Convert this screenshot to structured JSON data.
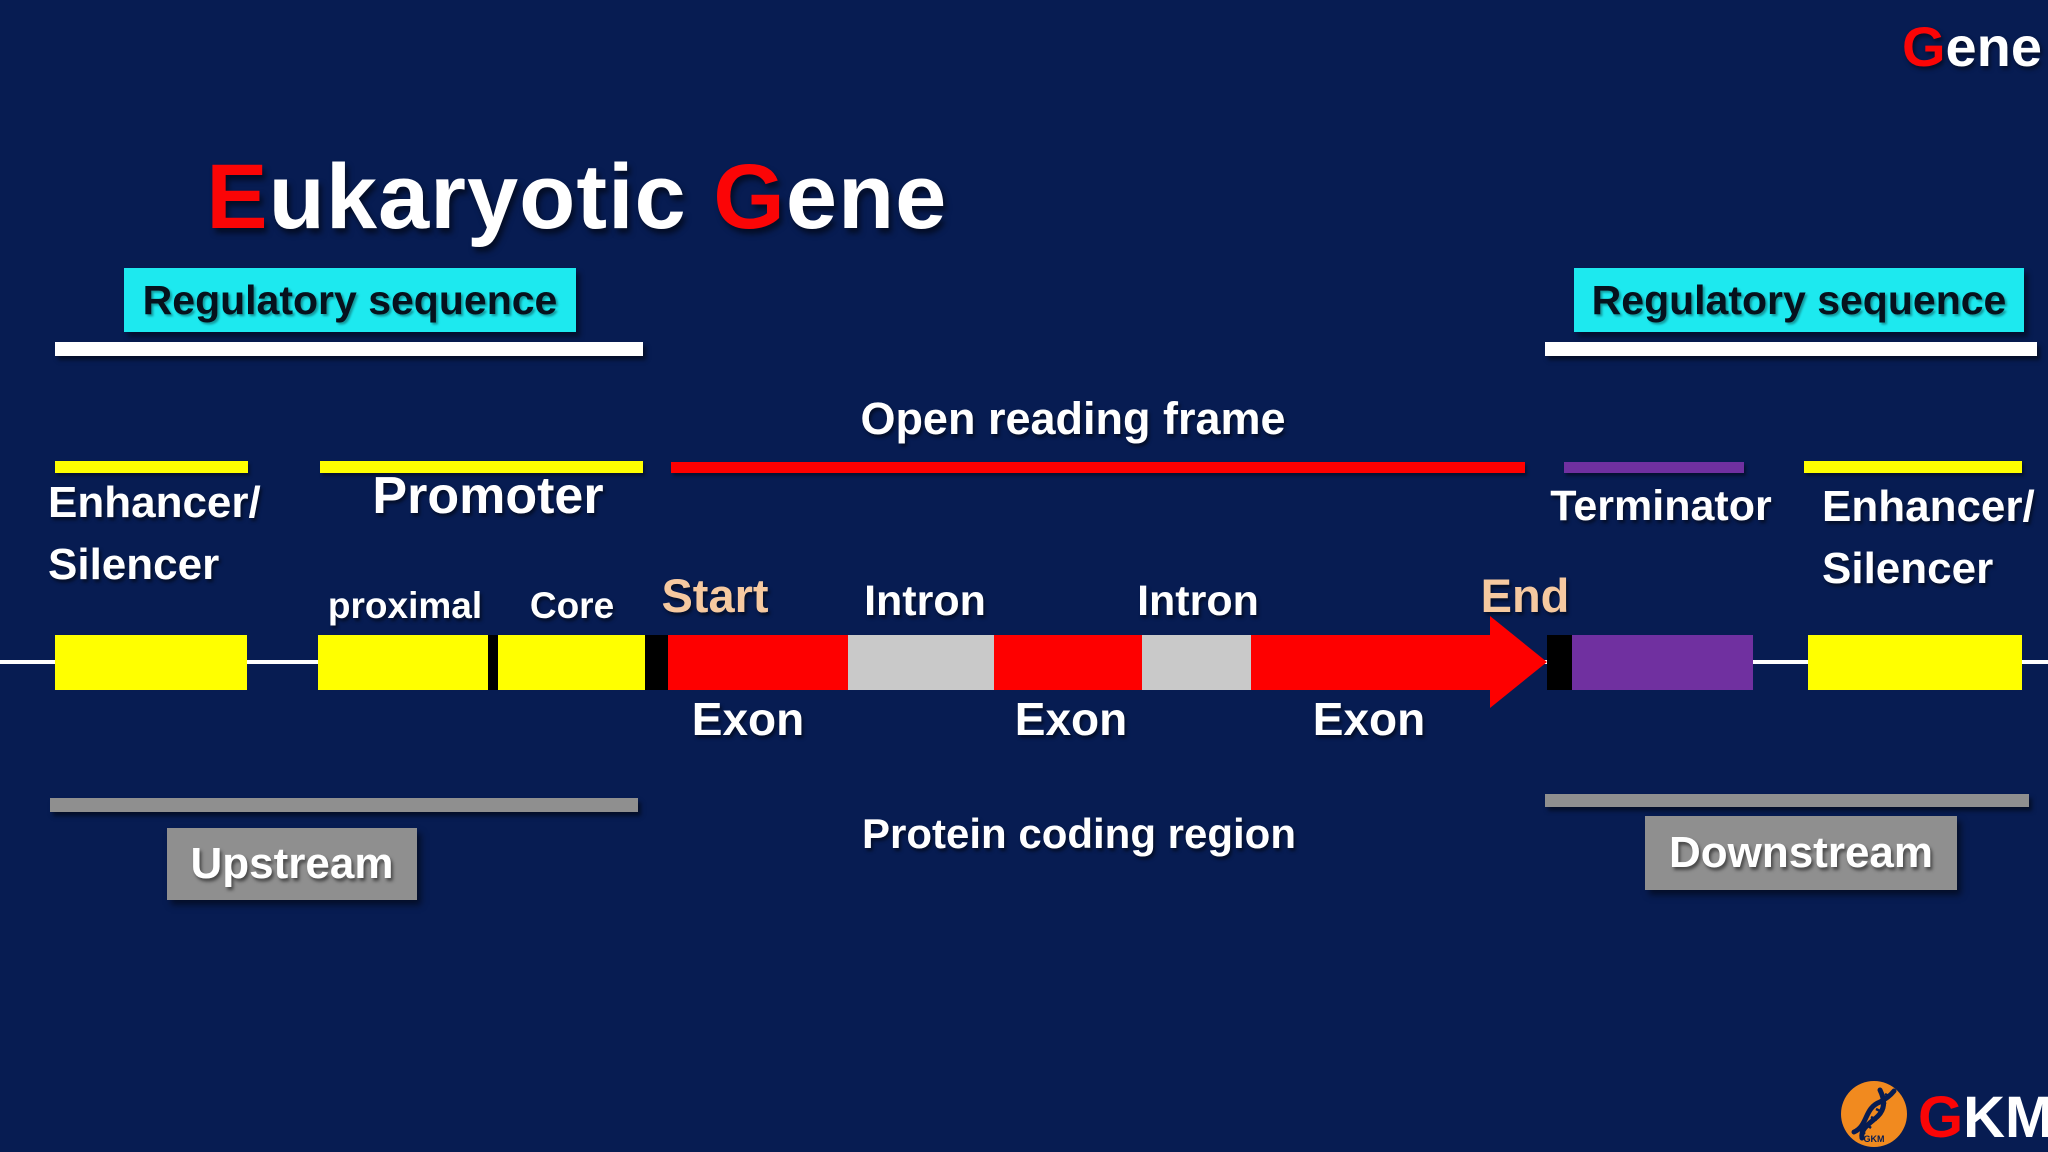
{
  "slide": {
    "title": {
      "accent1": "E",
      "part1": "ukaryotic ",
      "accent2": "G",
      "part2": "ene"
    },
    "corner_label": {
      "accent": "G",
      "rest": "ene"
    }
  },
  "regulatory": {
    "left_label": "Regulatory sequence",
    "right_label": "Regulatory sequence"
  },
  "orf_label": "Open reading frame",
  "protein_coding_label": "Protein coding region",
  "upstream_label": "Upstream",
  "downstream_label": "Downstream",
  "left_region": {
    "enhancer_line1": "Enhancer/",
    "enhancer_line2": "Silencer",
    "promoter": "Promoter",
    "proximal": "proximal",
    "core": "Core"
  },
  "right_region": {
    "terminator": "Terminator",
    "enhancer_line1": "Enhancer/",
    "enhancer_line2": "Silencer"
  },
  "track": {
    "start": "Start",
    "end": "End",
    "introns": [
      "Intron",
      "Intron"
    ],
    "exons": [
      "Exon",
      "Exon",
      "Exon"
    ]
  },
  "logo": {
    "accent": "G",
    "rest": "KM",
    "circle_text": "GKM"
  },
  "colors": {
    "background": "#071c52",
    "accent_red": "#fe0000",
    "regulatory_cyan": "#1de9ef",
    "element_yellow": "#ffff00",
    "intron_gray": "#c9c9c9",
    "terminator_purple": "#7030a0",
    "stream_gray": "#8f8f8f",
    "start_end_peach": "#f6c9a0",
    "text_white": "#ffffff",
    "logo_orange": "#f18a1f"
  }
}
